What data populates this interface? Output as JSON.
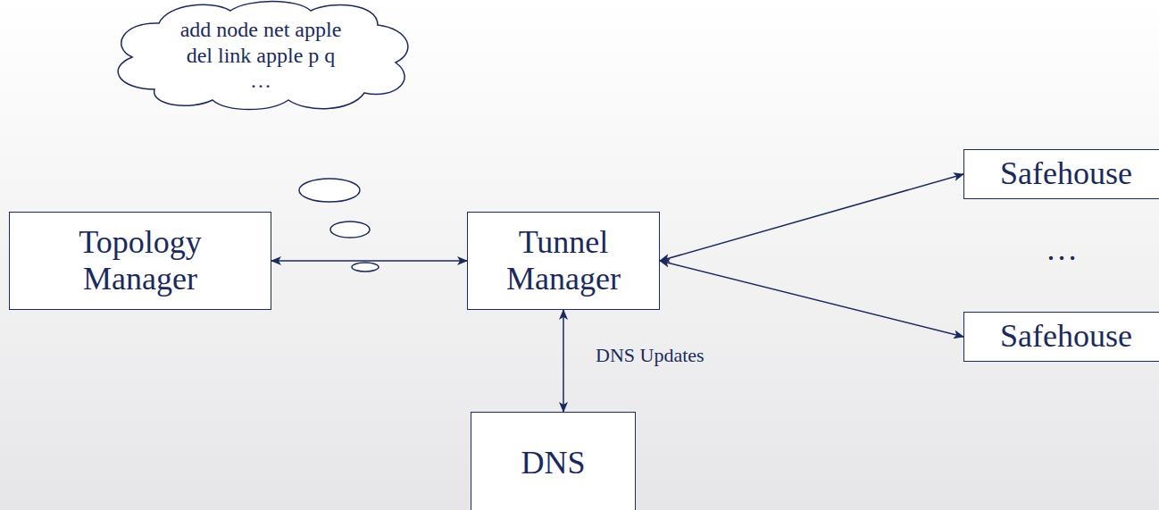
{
  "diagram": {
    "nodes": [
      {
        "text": [
          "add node net apple",
          "del link apple p q",
          "…"
        ]
      },
      {
        "text": [
          "Topology Manager"
        ]
      },
      {
        "text": [
          "Tunnel Manager"
        ]
      },
      {
        "text": [
          "Safehouse"
        ]
      },
      {
        "text": [
          "Safehouse"
        ]
      },
      {
        "text": [
          "DNS"
        ]
      }
    ],
    "edges": [
      {
        "from": 1,
        "to": 2,
        "arrow": "both"
      },
      {
        "from": 2,
        "to": 3,
        "arrow": "both"
      },
      {
        "from": 2,
        "to": 4,
        "arrow": "both"
      },
      {
        "from": 2,
        "to": 5,
        "arrow": "both",
        "label": "DNS Updates"
      }
    ],
    "labels": [
      "…"
    ]
  }
}
